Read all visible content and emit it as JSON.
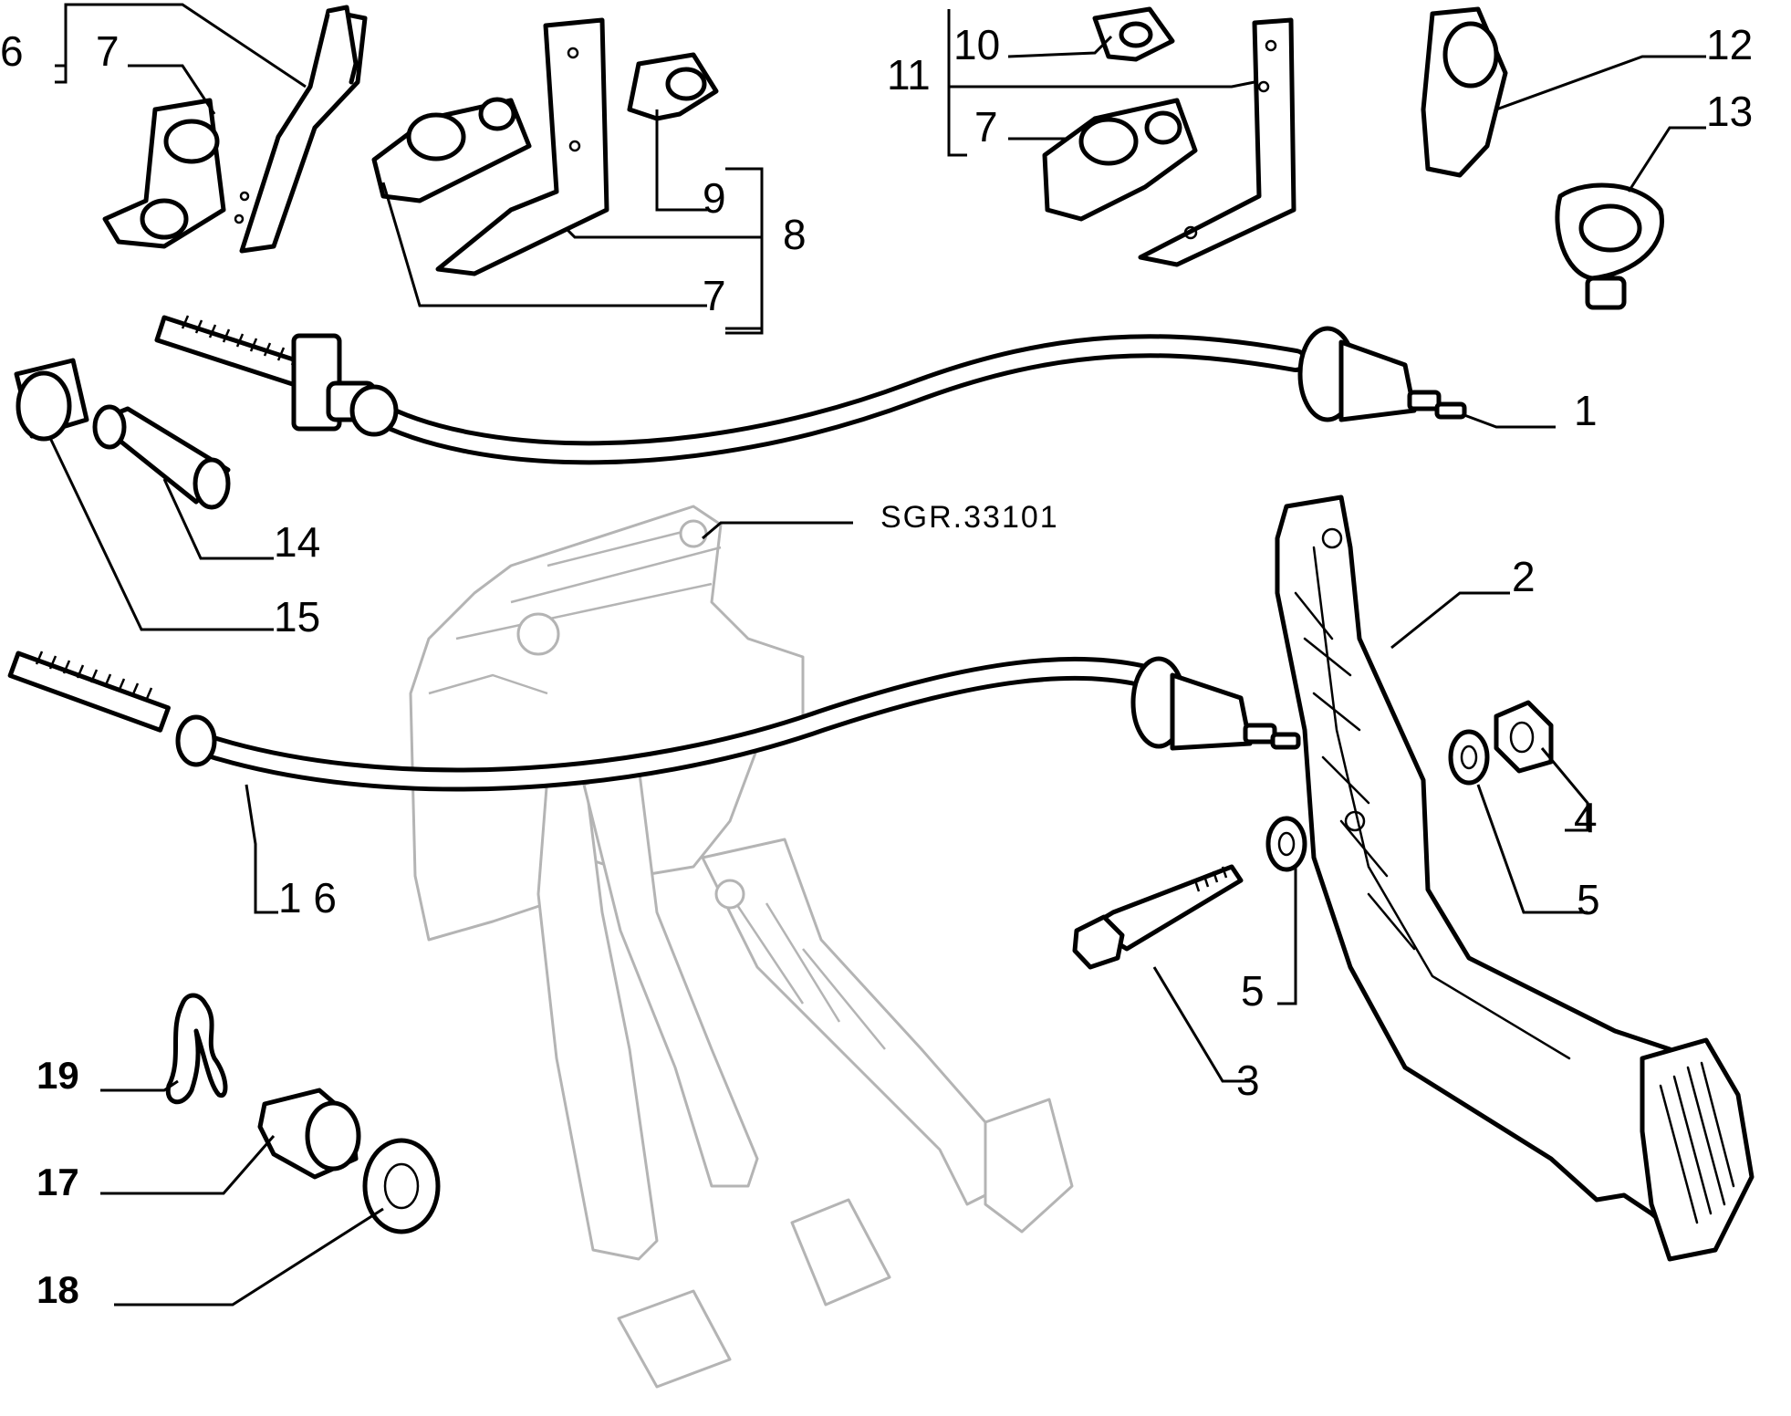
{
  "diagram": {
    "reference_code": "SGR.33101",
    "callouts": [
      {
        "id": "c1",
        "text": "1"
      },
      {
        "id": "c2",
        "text": "2"
      },
      {
        "id": "c3",
        "text": "3"
      },
      {
        "id": "c4",
        "text": "4"
      },
      {
        "id": "c5a",
        "text": "5"
      },
      {
        "id": "c5b",
        "text": "5"
      },
      {
        "id": "c6",
        "text": "6"
      },
      {
        "id": "c7a",
        "text": "7"
      },
      {
        "id": "c7b",
        "text": "7"
      },
      {
        "id": "c7c",
        "text": "7"
      },
      {
        "id": "c8",
        "text": "8"
      },
      {
        "id": "c9",
        "text": "9"
      },
      {
        "id": "c10",
        "text": "10"
      },
      {
        "id": "c11",
        "text": "11"
      },
      {
        "id": "c12",
        "text": "12"
      },
      {
        "id": "c13",
        "text": "13"
      },
      {
        "id": "c14",
        "text": "14"
      },
      {
        "id": "c15",
        "text": "15"
      },
      {
        "id": "c16",
        "text": "1 6"
      },
      {
        "id": "c17",
        "text": "17"
      },
      {
        "id": "c18",
        "text": "18"
      },
      {
        "id": "c19",
        "text": "19"
      }
    ]
  }
}
